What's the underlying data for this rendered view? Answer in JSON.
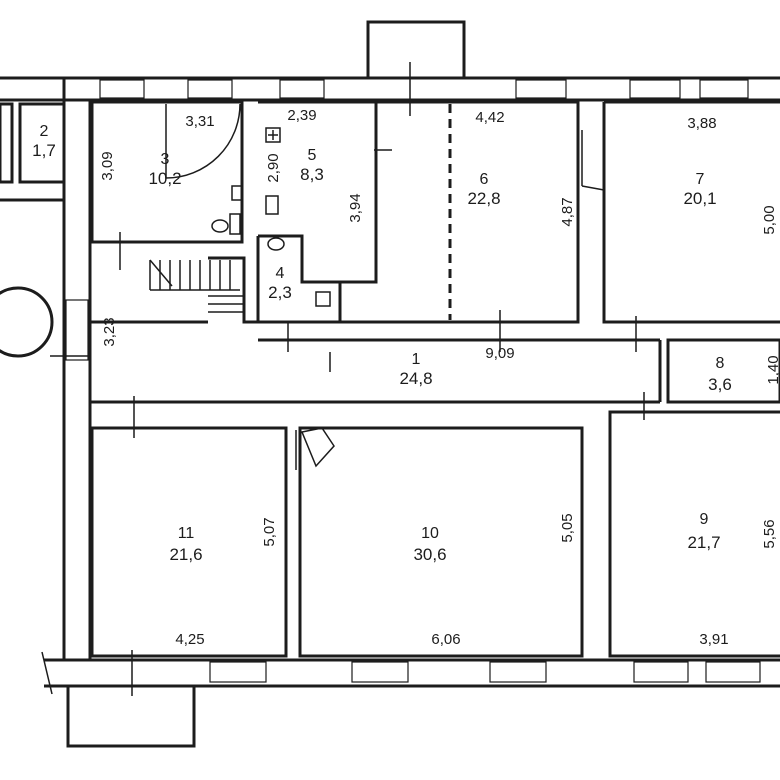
{
  "rooms": [
    {
      "number": "1",
      "area": "24,8"
    },
    {
      "number": "2",
      "area": "1,7"
    },
    {
      "number": "3",
      "area": "10,2"
    },
    {
      "number": "4",
      "area": "2,3"
    },
    {
      "number": "5",
      "area": "8,3"
    },
    {
      "number": "6",
      "area": "22,8"
    },
    {
      "number": "7",
      "area": "20,1"
    },
    {
      "number": "8",
      "area": "3,6"
    },
    {
      "number": "9",
      "area": "21,7"
    },
    {
      "number": "10",
      "area": "30,6"
    },
    {
      "number": "11",
      "area": "21,6"
    }
  ],
  "dimensions": {
    "r1_length": "9,09",
    "r1_width": "3,23",
    "r3_width": "3,31",
    "r3_depth": "3,09",
    "r5_width": "2,39",
    "r5_side": "2,90",
    "r5_depth": "3,94",
    "r6_width": "4,42",
    "r6_depth": "4,87",
    "r7_width": "3,88",
    "r7_depth": "5,00",
    "r8_depth": "1,40",
    "r9_width": "3,91",
    "r9_depth": "5,56",
    "r10_width": "6,06",
    "r10_depth": "5,05",
    "r11_width": "4,25",
    "r11_depth": "5,07"
  }
}
